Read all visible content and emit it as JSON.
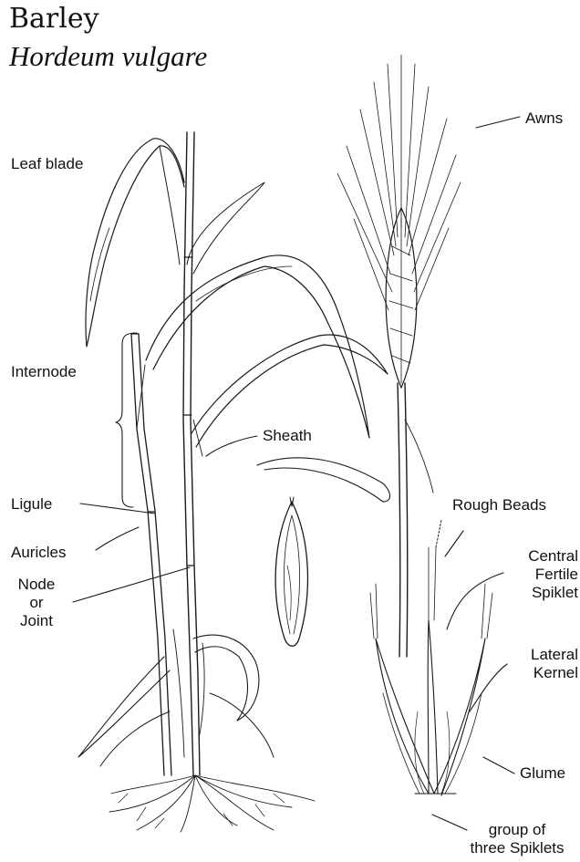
{
  "title": "Barley",
  "subtitle": "Hordeum vulgare",
  "labels": {
    "awns": "Awns",
    "leaf_blade": "Leaf blade",
    "internode": "Internode",
    "sheath": "Sheath",
    "ligule": "Ligule",
    "auricles": "Auricles",
    "node_line1": "Node",
    "node_line2": "or",
    "node_line3": "Joint",
    "rough_beads": "Rough Beads",
    "central_line1": "Central",
    "central_line2": "Fertile",
    "central_line3": "Spiklet",
    "lateral_line1": "Lateral",
    "lateral_line2": "Kernel",
    "glume": "Glume",
    "group_line1": "group of",
    "group_line2": "three Spiklets"
  }
}
